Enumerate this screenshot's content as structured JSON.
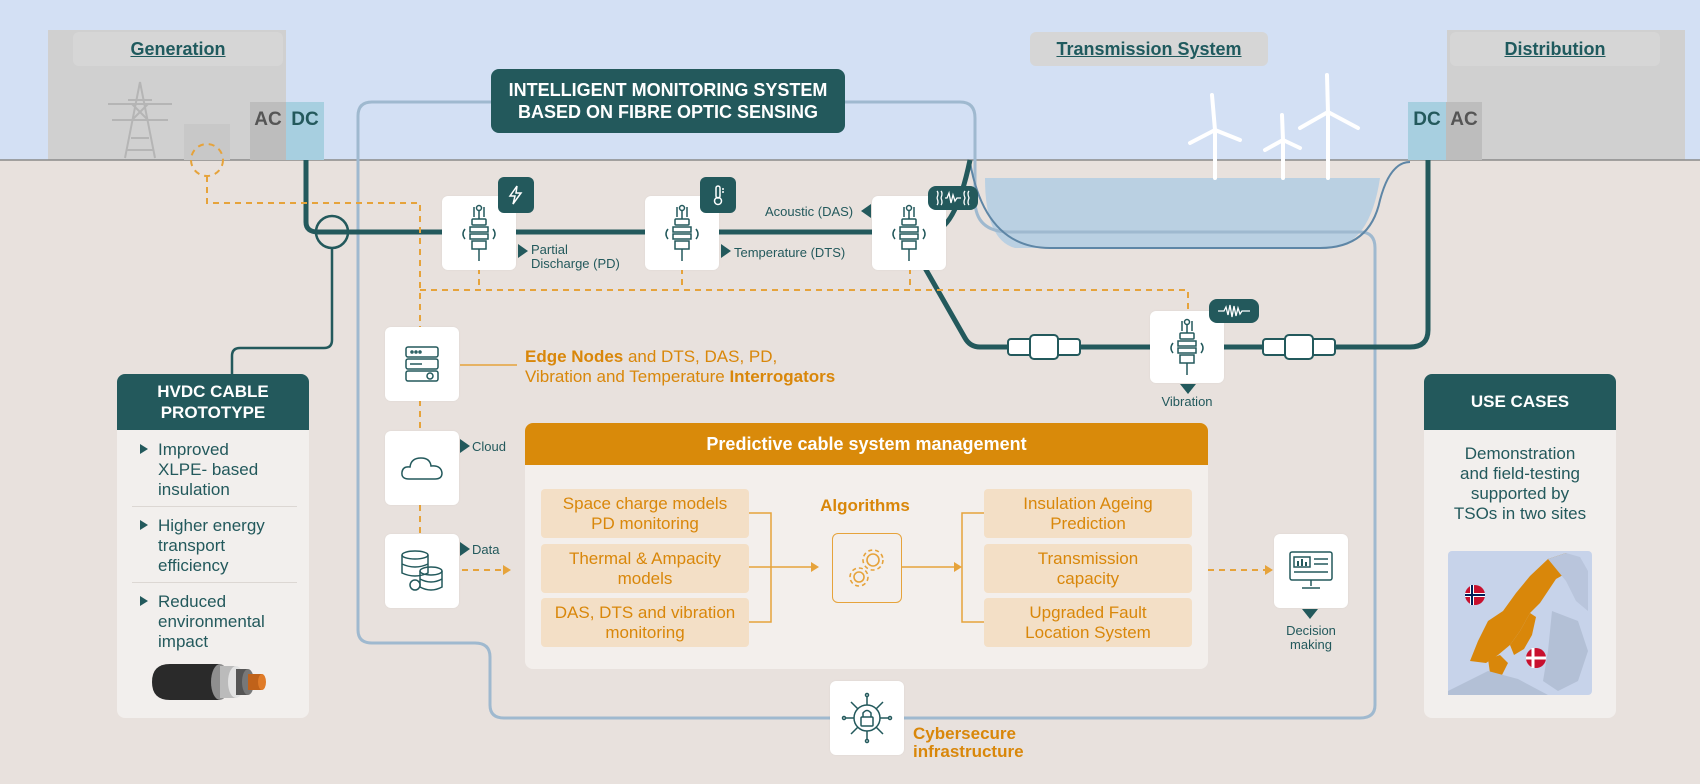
{
  "headers": {
    "generation": "Generation",
    "transmission": "Transmission System",
    "distribution": "Distribution"
  },
  "converters": {
    "left_ac": "AC",
    "left_dc": "DC",
    "right_dc": "DC",
    "right_ac": "AC"
  },
  "system_title": "INTELLIGENT MONITORING SYSTEM\nBASED ON FIBRE OPTIC SENSING",
  "sensors": {
    "pd_label": "Partial\nDischarge (PD)",
    "dts_label": "Temperature (DTS)",
    "das_label": "Acoustic (DAS)",
    "vibration_label": "Vibration"
  },
  "edge_nodes": {
    "part1": "Edge Nodes",
    "part2": " and DTS, DAS, PD,",
    "part3": "Vibration and Temperature ",
    "part4": "Interrogators"
  },
  "cloud_label": "Cloud",
  "data_label": "Data",
  "pcsm": {
    "title": "Predictive cable system management",
    "algorithms": "Algorithms",
    "inputs": [
      "Space charge models\nPD monitoring",
      "Thermal & Ampacity\nmodels",
      "DAS, DTS and vibration\nmonitoring"
    ],
    "outputs": [
      "Insulation Ageing\nPrediction",
      "Transmission\ncapacity",
      "Upgraded Fault\nLocation System"
    ]
  },
  "decision_label": "Decision\nmaking",
  "cyber_label": "Cybersecure\ninfrastructure",
  "hvdc": {
    "title": "HVDC CABLE\nPROTOTYPE",
    "bullets": [
      "Improved\nXLPE- based\ninsulation",
      "Higher energy\ntransport\nefficiency",
      "Reduced\nenvironmental\nimpact"
    ]
  },
  "use_cases": {
    "title": "USE CASES",
    "text": "Demonstration\nand field-testing\nsupported by\nTSOs in two sites"
  },
  "colors": {
    "teal": "#23595c",
    "orange": "#d9870a",
    "sky": "#d3e0f4",
    "ground": "#e8e1dd",
    "light_blue_line": "#9fb9cf",
    "water": "#b1cde3"
  },
  "icons": {
    "pd_badge": "lightning-icon",
    "dts_badge": "thermometer-icon",
    "das_badge": "soundwave-icon",
    "vibration_badge": "soundwave-icon",
    "sensor": "fibre-sensor-icon",
    "edge": "server-icon",
    "cloud": "cloud-icon",
    "data": "database-icon",
    "algorithm": "gears-icon",
    "decision": "monitor-dashboard-icon",
    "cyber": "lock-circuit-icon"
  }
}
